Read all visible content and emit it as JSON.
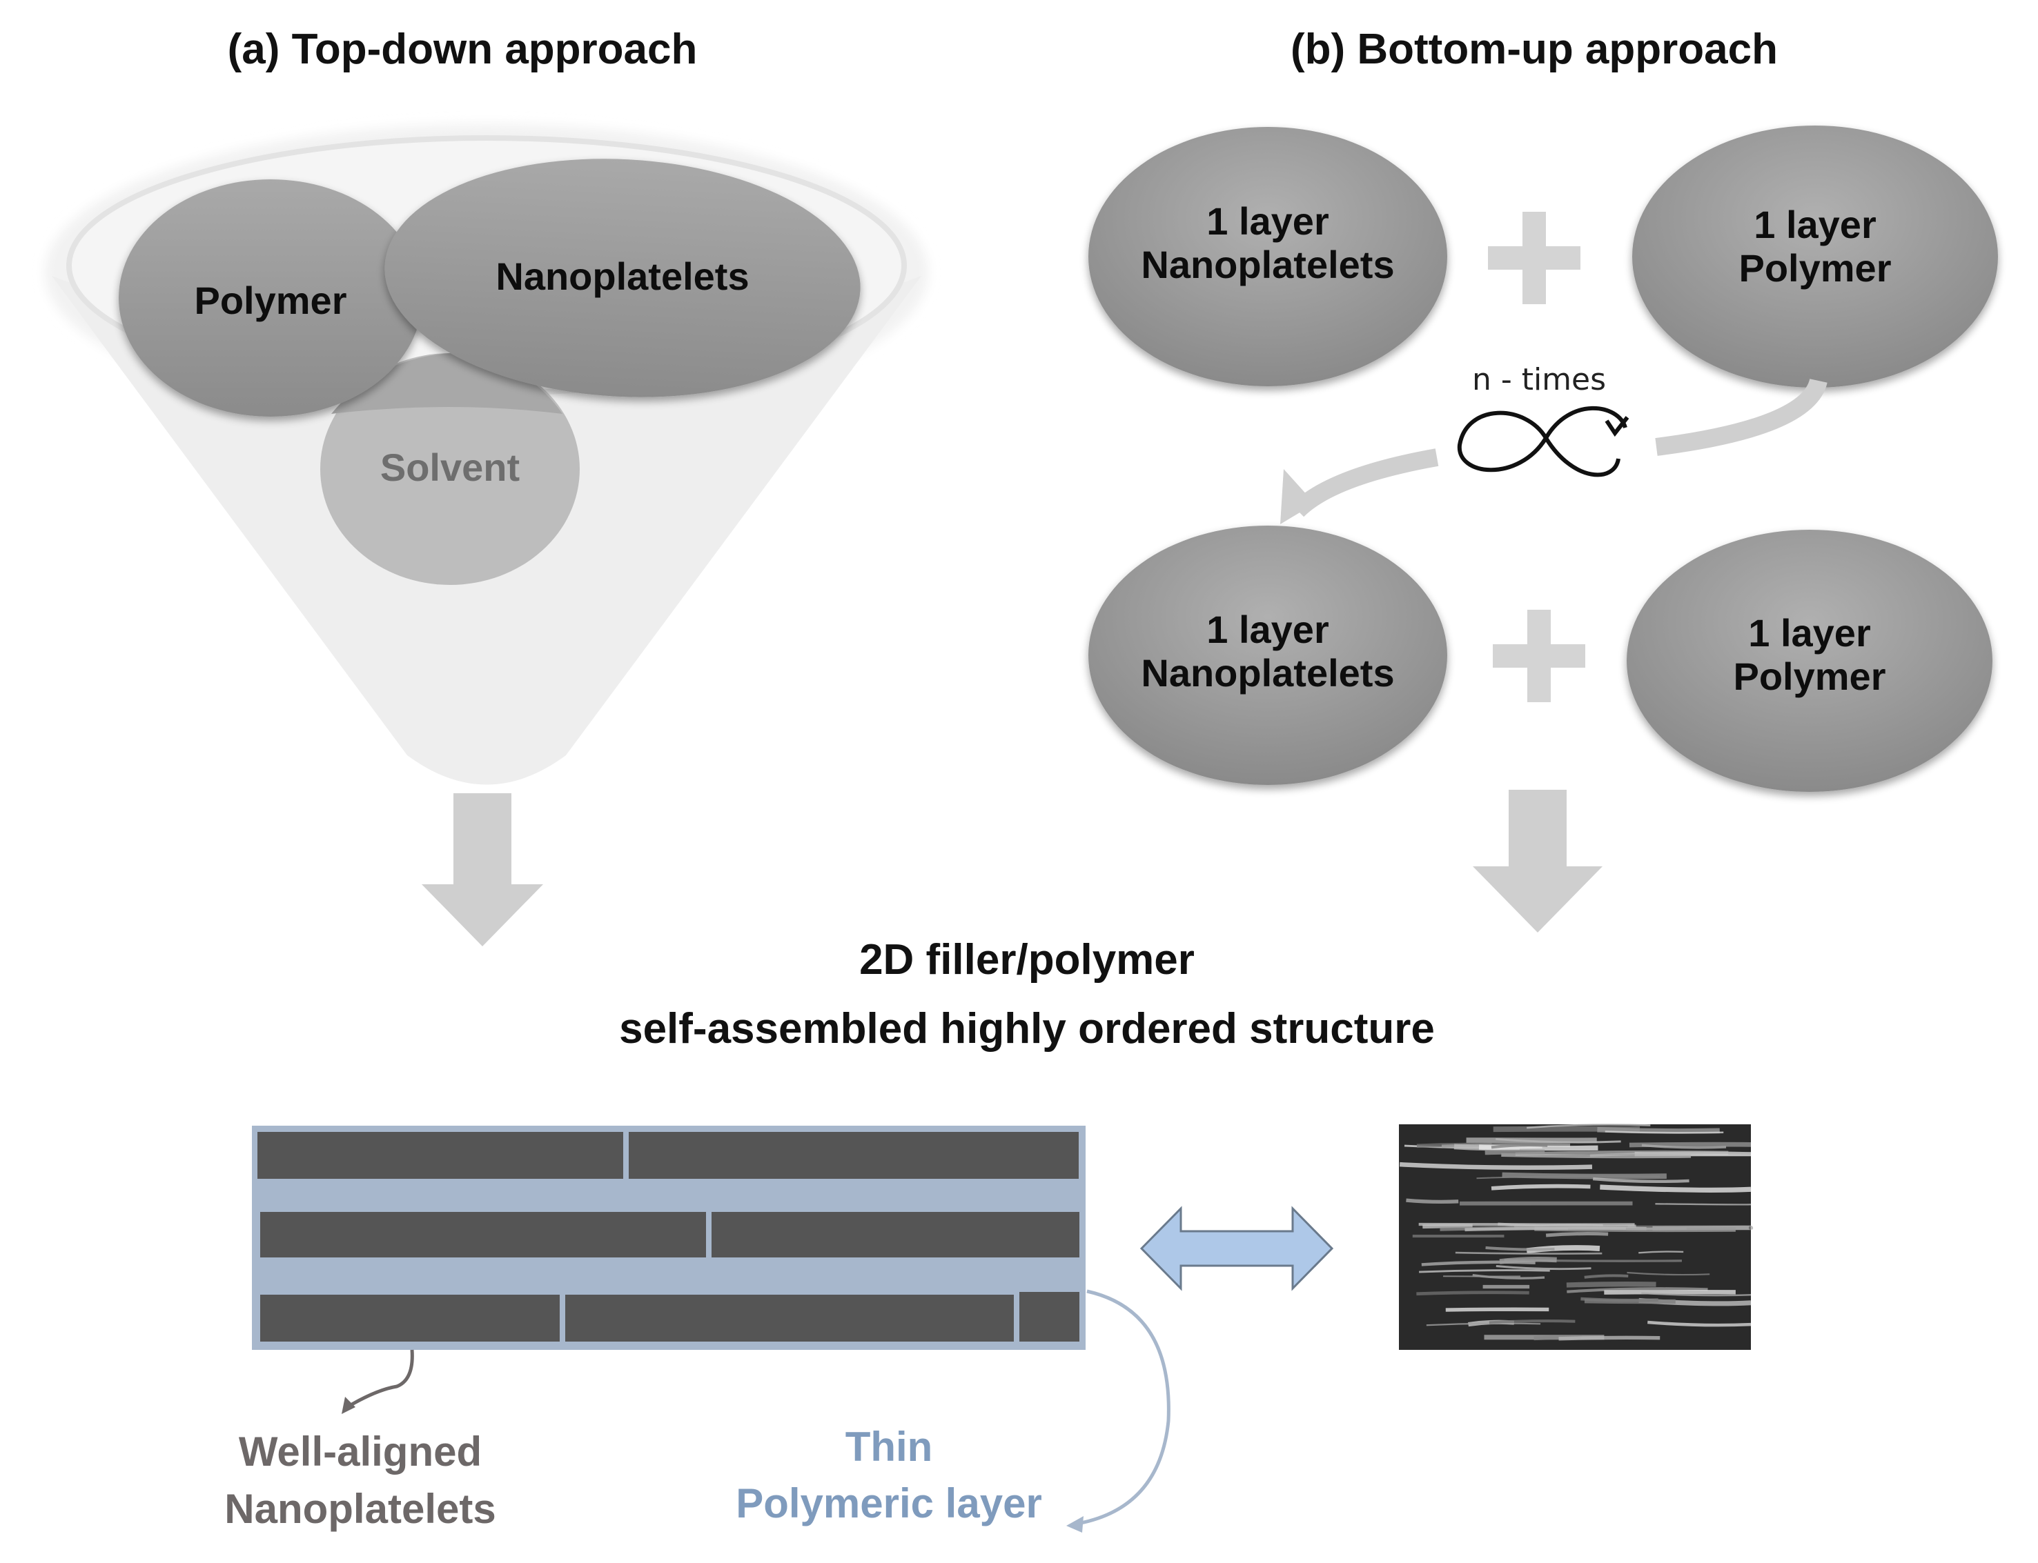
{
  "panel_a": {
    "title": "(a) Top-down approach",
    "funnel_items": {
      "polymer": "Polymer",
      "nanoplatelets": "Nanoplatelets",
      "solvent": "Solvent"
    }
  },
  "panel_b": {
    "title": "(b) Bottom-up approach",
    "row1": {
      "left_line1": "1 layer",
      "left_line2": "Nanoplatelets",
      "right_line1": "1 layer",
      "right_line2": "Polymer"
    },
    "row2": {
      "left_line1": "1 layer",
      "left_line2": "Nanoplatelets",
      "right_line1": "1 layer",
      "right_line2": "Polymer"
    },
    "repeat_label": "n - times"
  },
  "result": {
    "title_line1": "2D filler/polymer",
    "title_line2": "self-assembled highly ordered structure",
    "nanoplatelets_caption_line1": "Well-aligned",
    "nanoplatelets_caption_line2": "Nanoplatelets",
    "polymer_caption_line1": "Thin",
    "polymer_caption_line2": "Polymeric layer"
  },
  "colors": {
    "ellipse_dark": "#8f8f8f",
    "ellipse_light": "#b3b3b3",
    "funnel": "#efefef",
    "arrow_gray": "#cfcfcf",
    "platelet": "#555555",
    "polymer_blue": "#a7b7cc",
    "double_arrow": "#aec8e8",
    "caption_blue": "#7f9bbd"
  }
}
